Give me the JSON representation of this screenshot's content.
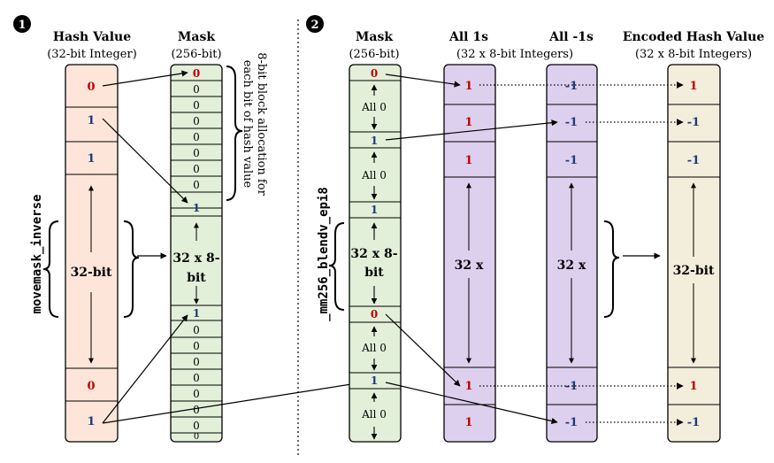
{
  "part1": {
    "number": "1",
    "hash_col": {
      "title": "Hash Value",
      "subtitle": "(32-bit Integer)",
      "values": [
        "0",
        "1",
        "1",
        "32-bit",
        "0",
        "1"
      ]
    },
    "mask_col": {
      "title": "Mask",
      "subtitle": "(256-bit)",
      "values": [
        "0",
        "0",
        "0",
        "0",
        "0",
        "0",
        "0",
        "0",
        "1",
        "32 x 8-",
        "bit",
        "1",
        "0",
        "0",
        "0",
        "0",
        "0",
        "0",
        "0",
        "0"
      ]
    },
    "operation": "movemask_inverse",
    "brace_note": [
      "8-bit block allocation for",
      "each bit of hash value"
    ]
  },
  "part2": {
    "number": "2",
    "mask_col": {
      "title": "Mask",
      "subtitle": "(256-bit)",
      "values": [
        "0",
        "All 0",
        "1",
        "All 0",
        "1",
        "32 x 8-",
        "bit",
        "0",
        "All 0",
        "1",
        "All 0"
      ]
    },
    "ones_col": {
      "title": "All 1s",
      "subtitle": "(32 x 8-bit Integers)",
      "values": [
        "1",
        "1",
        "1",
        "32 x",
        "1",
        "1"
      ]
    },
    "neg_col": {
      "title": "All -1s",
      "values": [
        "-1",
        "-1",
        "-1",
        "32 x",
        "-1",
        "-1"
      ]
    },
    "enc_col": {
      "title": "Encoded Hash Value",
      "subtitle": "(32 x 8-bit Integers)",
      "values": [
        "1",
        "-1",
        "-1",
        "32-bit",
        "1",
        "-1"
      ]
    },
    "operation": "_mm256_blendv_epi8"
  },
  "colors": {
    "red": "#c00000",
    "blue": "#1f3b7a",
    "hash_fill": "#fde6d9",
    "mask_fill": "#e2efd9",
    "purple_fill": "#ddd0ee",
    "enc_fill": "#f3eddc"
  }
}
